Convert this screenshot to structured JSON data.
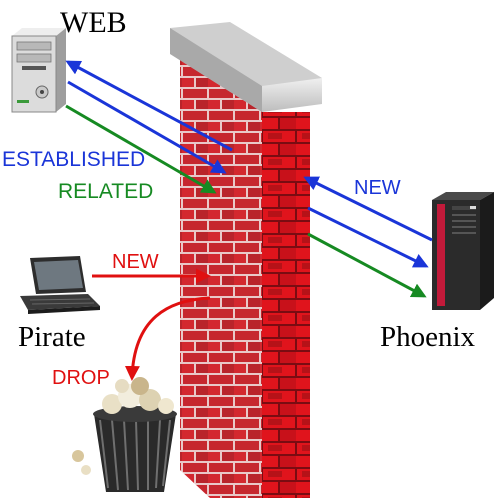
{
  "labels": {
    "web": "WEB",
    "pirate": "Pirate",
    "phoenix": "Phoenix",
    "established": "ESTABLISHED",
    "related": "RELATED",
    "new_phoenix": "NEW",
    "new_pirate": "NEW",
    "drop": "DROP"
  },
  "colors": {
    "established": "#1a35d8",
    "related": "#168a22",
    "new_pirate": "#e01010",
    "drop": "#e01010",
    "brick_light": "#e0141c",
    "brick_dark": "#8a1016",
    "cap": "#d9d9d9"
  },
  "icons": {
    "web_server": "desktop-tower-icon",
    "pirate": "laptop-icon",
    "phoenix": "server-rack-icon",
    "trash": "wastebasket-icon"
  }
}
